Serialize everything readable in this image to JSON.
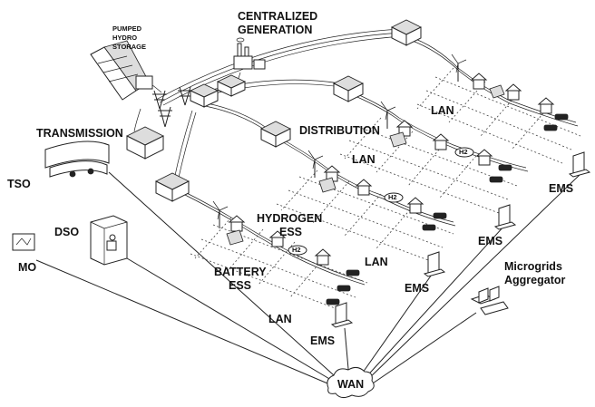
{
  "labels": {
    "pumped_hydro": [
      "PUMPED",
      "HYDRO",
      "STORAGE"
    ],
    "centralized_generation": [
      "CENTRALIZED",
      "GENERATION"
    ],
    "transmission": "TRANSMISSION",
    "distribution": "DISTRIBUTION",
    "tso": "TSO",
    "dso": "DSO",
    "mo": "MO",
    "hydrogen_ess": [
      "HYDROGEN",
      "ESS"
    ],
    "battery_ess": [
      "BATTERY",
      "ESS"
    ],
    "lan_labels": [
      "LAN",
      "LAN",
      "LAN",
      "LAN"
    ],
    "ems_labels": [
      "EMS",
      "EMS",
      "EMS",
      "EMS"
    ],
    "microgrids_aggregator": [
      "Microgrids",
      "Aggregator"
    ],
    "wan": "WAN",
    "h2_tag": "H2"
  },
  "icons": [
    "pumped-hydro-dam-icon",
    "power-plant-icon",
    "substation-icon",
    "transmission-tower-icon",
    "wind-turbine-icon",
    "house-icon",
    "solar-panel-icon",
    "electric-car-icon",
    "laptop-icon",
    "control-room-icon",
    "operator-desk-icon",
    "monitor-icon",
    "cloud-icon"
  ]
}
